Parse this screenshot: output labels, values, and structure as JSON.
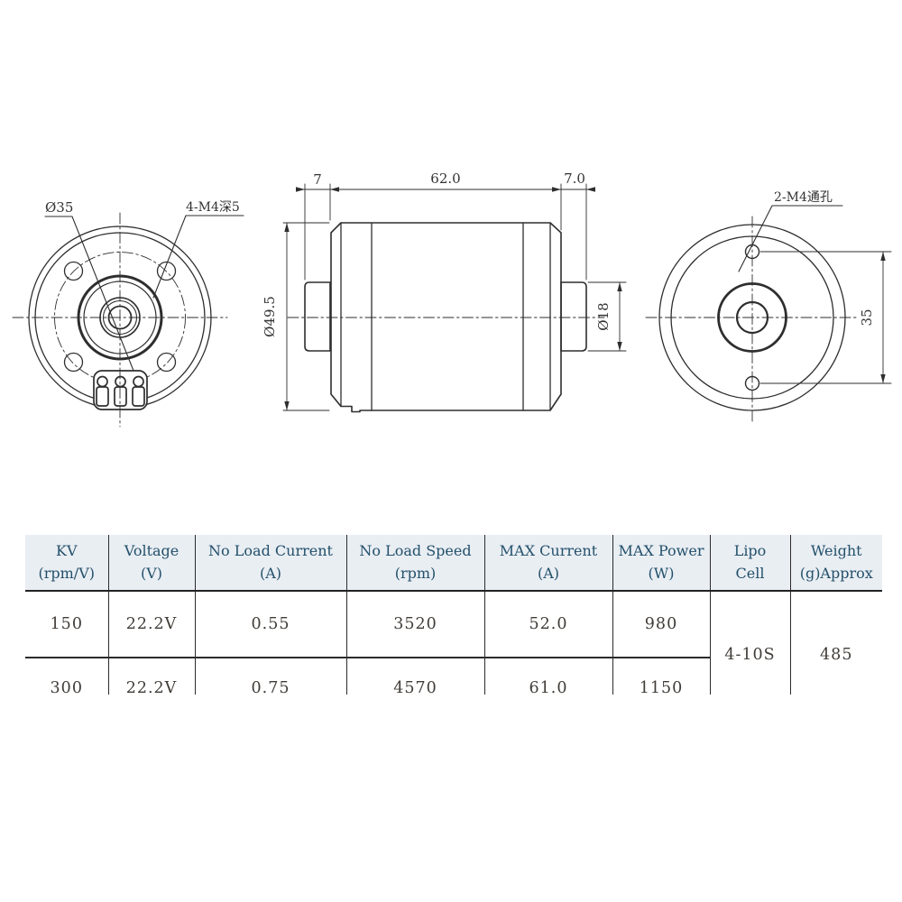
{
  "drawing": {
    "front_view": {
      "bolt_circle_diameter_label": "Ø35",
      "mount_holes_label": "4-M4深5"
    },
    "side_view": {
      "dim_front_boss_length": "7",
      "dim_body_length": "62.0",
      "dim_shaft_boss_length": "7.0",
      "dim_body_diameter": "Ø49.5",
      "dim_shaft_boss_diameter": "Ø18"
    },
    "rear_view": {
      "through_holes_label": "2-M4通孔",
      "dim_hole_spacing": "35"
    }
  },
  "spec_table": {
    "headers": [
      {
        "line1": "KV",
        "line2": "(rpm/V)"
      },
      {
        "line1": "Voltage",
        "line2": "(V)"
      },
      {
        "line1": "No Load Current",
        "line2": "(A)"
      },
      {
        "line1": "No Load Speed",
        "line2": "(rpm)"
      },
      {
        "line1": "MAX Current",
        "line2": "(A)"
      },
      {
        "line1": "MAX Power",
        "line2": "(W)"
      },
      {
        "line1": "Lipo",
        "line2": "Cell"
      },
      {
        "line1": "Weight",
        "line2": "(g)Approx"
      }
    ],
    "rows": [
      {
        "kv": "150",
        "voltage": "22.2V",
        "no_load_current": "0.55",
        "no_load_speed": "3520",
        "max_current": "52.0",
        "max_power": "980"
      },
      {
        "kv": "300",
        "voltage": "22.2V",
        "no_load_current": "0.75",
        "no_load_speed": "4570",
        "max_current": "61.0",
        "max_power": "1150"
      }
    ],
    "lipo_cell": "4-10S",
    "weight": "485"
  },
  "colors": {
    "line": "#2e2e2e",
    "table_border": "#2b2b2b",
    "header_bg": "#e9eef3",
    "header_text": "#23506b",
    "body_text": "#403c38"
  }
}
